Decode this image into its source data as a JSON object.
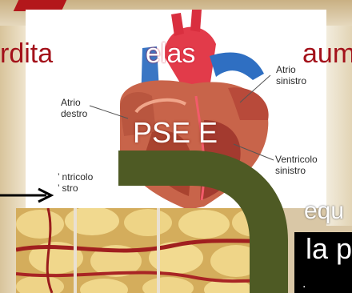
{
  "headline": {
    "word_left": "rdita",
    "word_mid": "elas",
    "word_right": "aum"
  },
  "overlay": {
    "center_text": "PSE E",
    "right_upper_text": "equ",
    "right_lower_text": "la p",
    "right_lower_dot": "."
  },
  "heart_labels": {
    "atrio_destro": "Atrio\ndestro",
    "atrio_sinistro": "Atrio\nsinistro",
    "ventricolo_sinistro": "Ventricolo\nsinistro",
    "ventricolo_destro": "’ ntricolo\n’ stro"
  },
  "colors": {
    "accent_red": "#a3111a",
    "arrow_green": "#4e5a24",
    "panel_white": "#ffffff"
  }
}
